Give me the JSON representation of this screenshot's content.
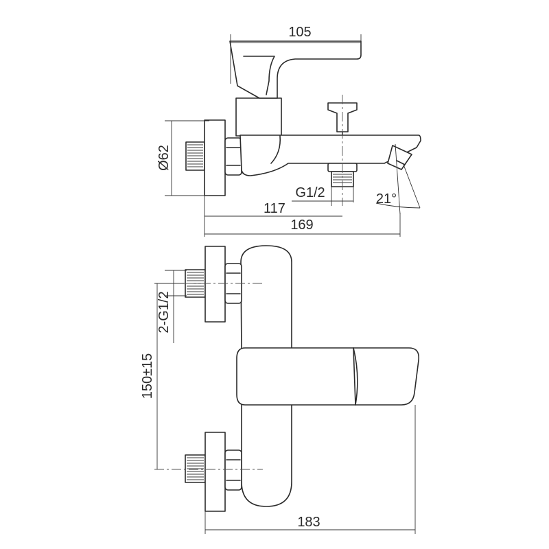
{
  "dimensions": {
    "width_105": "105",
    "dia_62": "Ø62",
    "thread_g12": "G1/2",
    "length_117": "117",
    "angle_21": "21°",
    "length_169": "169",
    "thread_2g12": "2-G1/2",
    "spacing_150": "150±15",
    "length_183": "183"
  },
  "colors": {
    "line": "#2a2a2a",
    "background": "#ffffff"
  }
}
